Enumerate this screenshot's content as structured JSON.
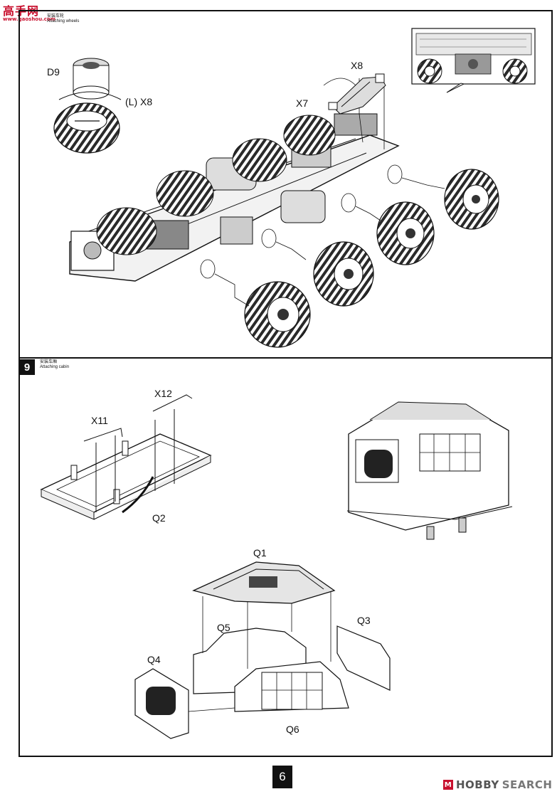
{
  "watermark": {
    "brand": "高手网",
    "sub": "www.gaoshou.com"
  },
  "step8": {
    "text_cn": "安装车轮",
    "text_en": "Attaching wheels"
  },
  "step9": {
    "number": "9",
    "text_cn": "安装车厢",
    "text_en": "Attaching cabin"
  },
  "labels": {
    "d9": "D9",
    "l_x8": "(L) X8",
    "x8": "X8",
    "x7": "X7",
    "x11": "X11",
    "x12": "X12",
    "q1": "Q1",
    "q2": "Q2",
    "q3": "Q3",
    "q4": "Q4",
    "q5": "Q5",
    "q6": "Q6"
  },
  "page_number": "6",
  "footer_logo": {
    "mark": "M",
    "brand": "HOBBY",
    "search": "SEARCH"
  }
}
